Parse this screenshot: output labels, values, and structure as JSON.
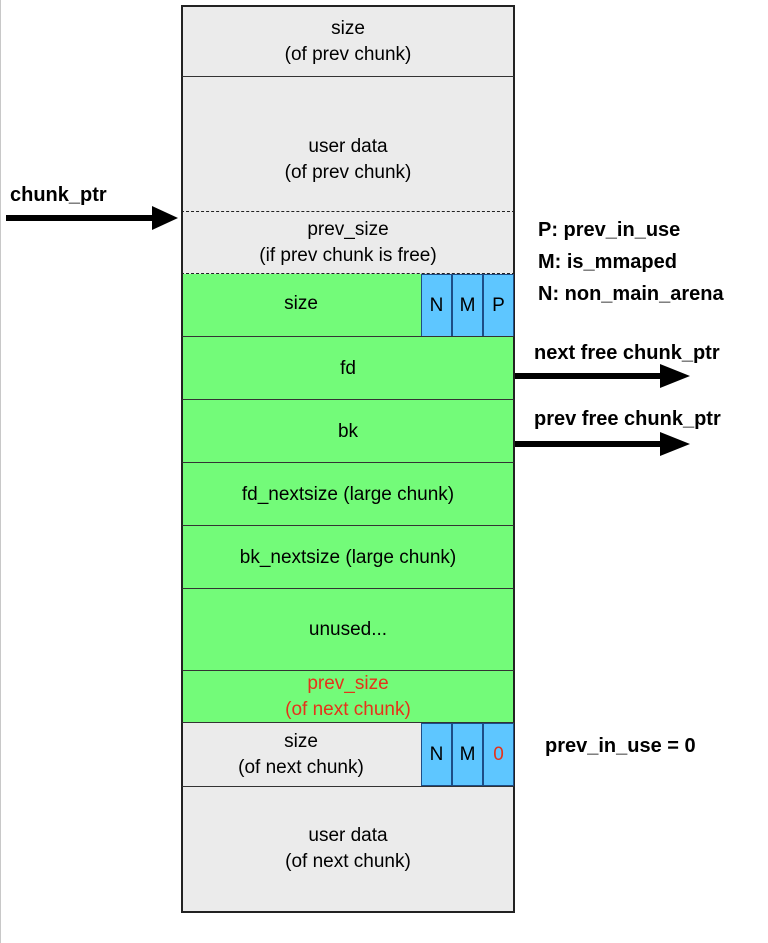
{
  "blocks": {
    "prev_size_top": "size\n(of prev chunk)",
    "prev_user_data": "user data\n(of prev chunk)",
    "prev_size": "prev_size\n(if prev chunk is free)",
    "size": "size",
    "fd": "fd",
    "bk": "bk",
    "fd_nextsize": "fd_nextsize (large chunk)",
    "bk_nextsize": "bk_nextsize (large chunk)",
    "unused": "unused...",
    "prev_size_next": "prev_size\n(of next chunk)",
    "size_next": "size\n(of next chunk)",
    "next_user_data": "user data\n(of next chunk)"
  },
  "flags": {
    "current": [
      "N",
      "M",
      "P"
    ],
    "next": [
      "N",
      "M",
      "0"
    ]
  },
  "labels": {
    "chunk_ptr": "chunk_ptr",
    "legend_p": "P: prev_in_use",
    "legend_m": "M: is_mmaped",
    "legend_n": "N: non_main_arena",
    "next_free": "next free chunk_ptr",
    "prev_free": "prev free chunk_ptr",
    "prev_in_use_zero": "prev_in_use = 0"
  },
  "colors": {
    "free_chunk": "#73fb79",
    "other_chunk": "#ebebeb",
    "flag_bits": "#5ec6ff",
    "highlight": "#e5331a"
  }
}
